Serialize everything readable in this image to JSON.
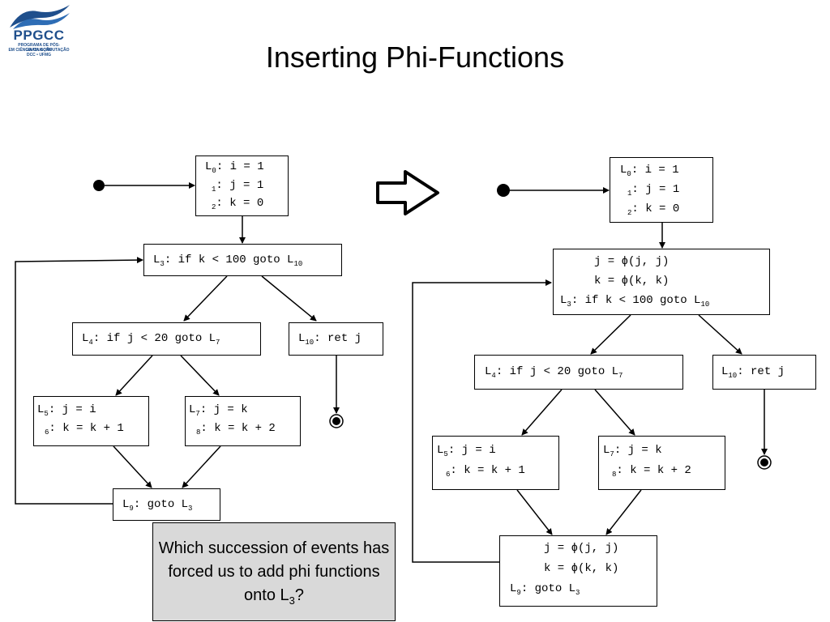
{
  "logo": {
    "word": "PPGCC",
    "line1": "PROGRAMA DE PÓS-GRADUAÇÃO",
    "line2": "EM CIÊNCIA DA COMPUTAÇÃO",
    "line3": "DCC • UFMG"
  },
  "title": "Inserting Phi-Functions",
  "left": {
    "entry": [
      {
        "label": "L",
        "sub": "0",
        "code": ": i = 1"
      },
      {
        "label": "",
        "sub": "1",
        "code": ": j = 1"
      },
      {
        "label": "",
        "sub": "2",
        "code": ": k = 0"
      }
    ],
    "l3": [
      {
        "label": "L",
        "sub": "3",
        "code": ": if k < 100 goto L",
        "sub2": "10"
      }
    ],
    "l4": [
      {
        "label": "L",
        "sub": "4",
        "code": ": if j < 20 goto L",
        "sub2": "7"
      }
    ],
    "l10": [
      {
        "label": "L",
        "sub": "10",
        "code": ": ret j"
      }
    ],
    "l5": [
      {
        "label": "L",
        "sub": "5",
        "code": ": j = i"
      },
      {
        "label": "",
        "sub": "6",
        "code": ": k = k + 1"
      }
    ],
    "l7": [
      {
        "label": "L",
        "sub": "7",
        "code": ": j = k"
      },
      {
        "label": "",
        "sub": "8",
        "code": ": k = k + 2"
      }
    ],
    "l9": [
      {
        "label": "L",
        "sub": "9",
        "code": ": goto L",
        "sub2": "3"
      }
    ]
  },
  "right": {
    "entry": [
      {
        "label": "L",
        "sub": "0",
        "code": ": i = 1"
      },
      {
        "label": "",
        "sub": "1",
        "code": ": j = 1"
      },
      {
        "label": "",
        "sub": "2",
        "code": ": k = 0"
      }
    ],
    "l3": [
      {
        "label": "",
        "sub": "",
        "code": "j = ϕ(j, j)"
      },
      {
        "label": "",
        "sub": "",
        "code": "k = ϕ(k, k)"
      },
      {
        "label": "L",
        "sub": "3",
        "code": ": if k < 100 goto L",
        "sub2": "10"
      }
    ],
    "l4": [
      {
        "label": "L",
        "sub": "4",
        "code": ": if j < 20 goto L",
        "sub2": "7"
      }
    ],
    "l10": [
      {
        "label": "L",
        "sub": "10",
        "code": ": ret j"
      }
    ],
    "l5": [
      {
        "label": "L",
        "sub": "5",
        "code": ": j = i"
      },
      {
        "label": "",
        "sub": "6",
        "code": ": k = k + 1"
      }
    ],
    "l7": [
      {
        "label": "L",
        "sub": "7",
        "code": ": j = k"
      },
      {
        "label": "",
        "sub": "8",
        "code": ": k = k + 2"
      }
    ],
    "l9": [
      {
        "label": "",
        "sub": "",
        "code": "j = ϕ(j, j)"
      },
      {
        "label": "",
        "sub": "",
        "code": "k = ϕ(k, k)"
      },
      {
        "label": "L",
        "sub": "9",
        "code": ": goto L",
        "sub2": "3"
      }
    ]
  },
  "question": {
    "text": "Which succession of events has forced us to add phi functions onto L",
    "sub": "3",
    "tail": "?"
  }
}
